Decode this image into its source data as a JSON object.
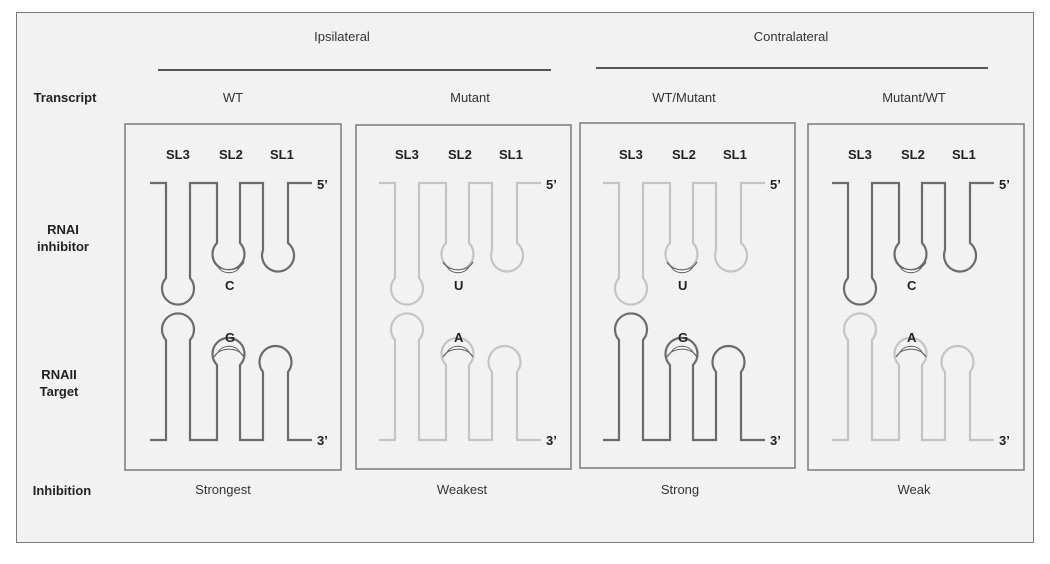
{
  "groups": {
    "ipsilateral": "Ipsilateral",
    "contralateral": "Contralateral"
  },
  "row_labels": {
    "transcript": "Transcript",
    "rnai_line1": "RNAI",
    "rnai_line2": "inhibitor",
    "rnaii_line1": "RNAII",
    "rnaii_line2": "Target",
    "inhibition": "Inhibition"
  },
  "colors": {
    "dark": "#6b6b6b",
    "light": "#c4c4c4",
    "frame": "#7a7a7a",
    "background": "#f2f2f2"
  },
  "stem_loop_labels": [
    "SL3",
    "SL2",
    "SL1"
  ],
  "end_labels": {
    "five_prime": "5’",
    "three_prime": "3’"
  },
  "panels": [
    {
      "transcript": "WT",
      "inhibition": "Strongest",
      "rnai_tone": "dark",
      "rnaii_tone": "dark",
      "rnai_base": "C",
      "rnaii_base": "G"
    },
    {
      "transcript": "Mutant",
      "inhibition": "Weakest",
      "rnai_tone": "light",
      "rnaii_tone": "light",
      "rnai_base": "U",
      "rnaii_base": "A"
    },
    {
      "transcript": "WT/Mutant",
      "inhibition": "Strong",
      "rnai_tone": "light",
      "rnaii_tone": "dark",
      "rnai_base": "U",
      "rnaii_base": "G"
    },
    {
      "transcript": "Mutant/WT",
      "inhibition": "Weak",
      "rnai_tone": "dark",
      "rnaii_tone": "light",
      "rnai_base": "C",
      "rnaii_base": "A"
    }
  ]
}
